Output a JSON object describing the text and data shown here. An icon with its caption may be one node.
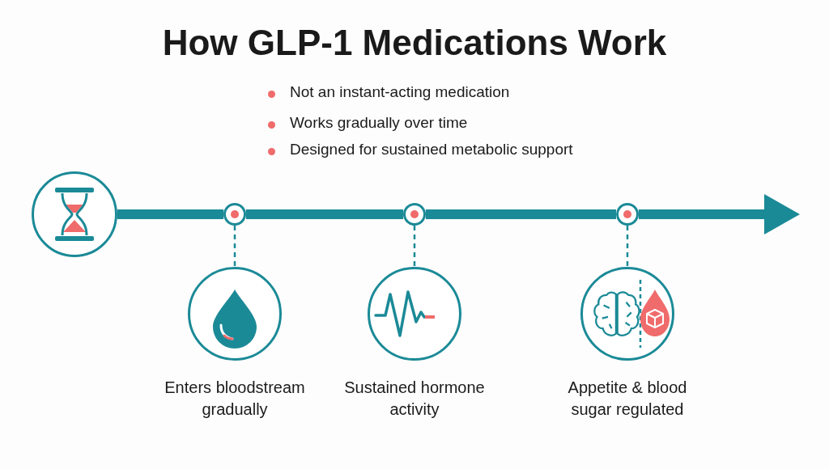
{
  "diagram": {
    "title": "How GLP-1 Medications Work",
    "nodes": [
      {
        "text": [],
        "shape": "circle"
      },
      {
        "text": [],
        "shape": "circle"
      },
      {
        "text": [],
        "shape": "circle"
      },
      {
        "text": [],
        "shape": "circle"
      },
      {
        "text": [
          "Enters bloodstream gradually"
        ]
      },
      {
        "text": [
          "Sustained hormone activity"
        ]
      },
      {
        "text": [
          "Appetite & blood sugar regulated"
        ]
      }
    ],
    "edges": [
      {
        "from": 0,
        "to": 1,
        "arrow": "none"
      },
      {
        "from": 1,
        "to": 2,
        "arrow": "none"
      },
      {
        "from": 2,
        "to": 3,
        "arrow": "none"
      },
      {
        "from": 3,
        "to": null,
        "arrow": "to"
      },
      {
        "from": 1,
        "to": 4,
        "arrow": "none",
        "style": "dashed"
      },
      {
        "from": 2,
        "to": 5,
        "arrow": "none",
        "style": "dashed"
      },
      {
        "from": 3,
        "to": 6,
        "arrow": "none",
        "style": "dashed"
      }
    ],
    "labels": [
      "Not an instant-acting medication",
      "Works gradually over time",
      "Designed for sustained metabolic support"
    ]
  }
}
